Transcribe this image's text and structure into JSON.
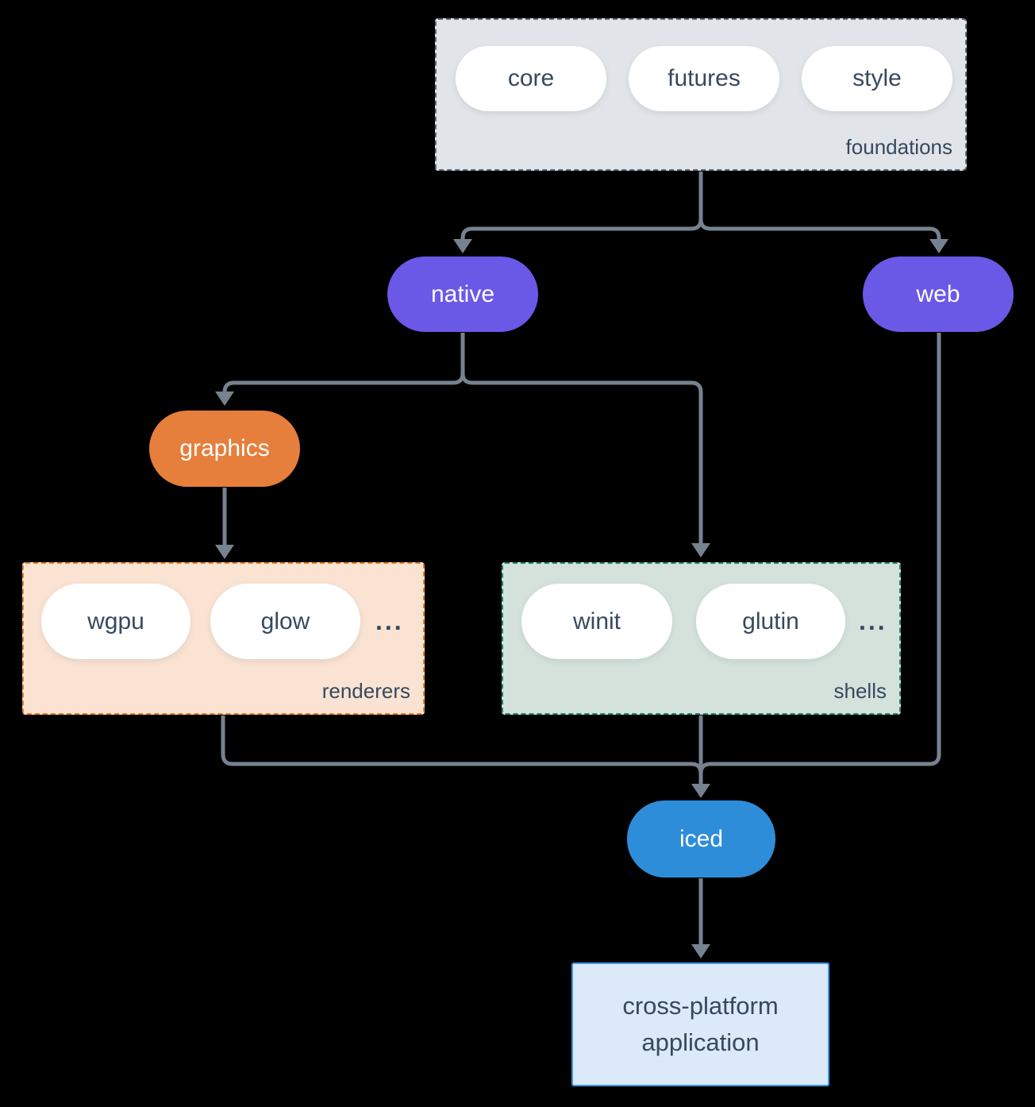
{
  "colors": {
    "bg": "#000000",
    "edge": "#76828f",
    "purple": "#6a58e6",
    "orange": "#e67e3c",
    "blue": "#2e8dd8",
    "dark-text": "#36495e",
    "pill-fill": "#ffffff",
    "foundations-fill": "#e1e5e9",
    "foundations-border": "#5c6b7a",
    "renderers-fill": "#fae3d3",
    "renderers-border": "#e67e22",
    "shells-fill": "#d5e2dc",
    "shells-border": "#1f8370",
    "app-fill": "#dbe9f8",
    "app-border": "#4097e2"
  },
  "groups": {
    "foundations": {
      "label": "foundations",
      "items": [
        "core",
        "futures",
        "style"
      ]
    },
    "renderers": {
      "label": "renderers",
      "items": [
        "wgpu",
        "glow"
      ],
      "ellipsis": "..."
    },
    "shells": {
      "label": "shells",
      "items": [
        "winit",
        "glutin"
      ],
      "ellipsis": "..."
    }
  },
  "nodes": {
    "native": "native",
    "web": "web",
    "graphics": "graphics",
    "iced": "iced",
    "app": {
      "line1": "cross-platform",
      "line2": "application"
    }
  }
}
